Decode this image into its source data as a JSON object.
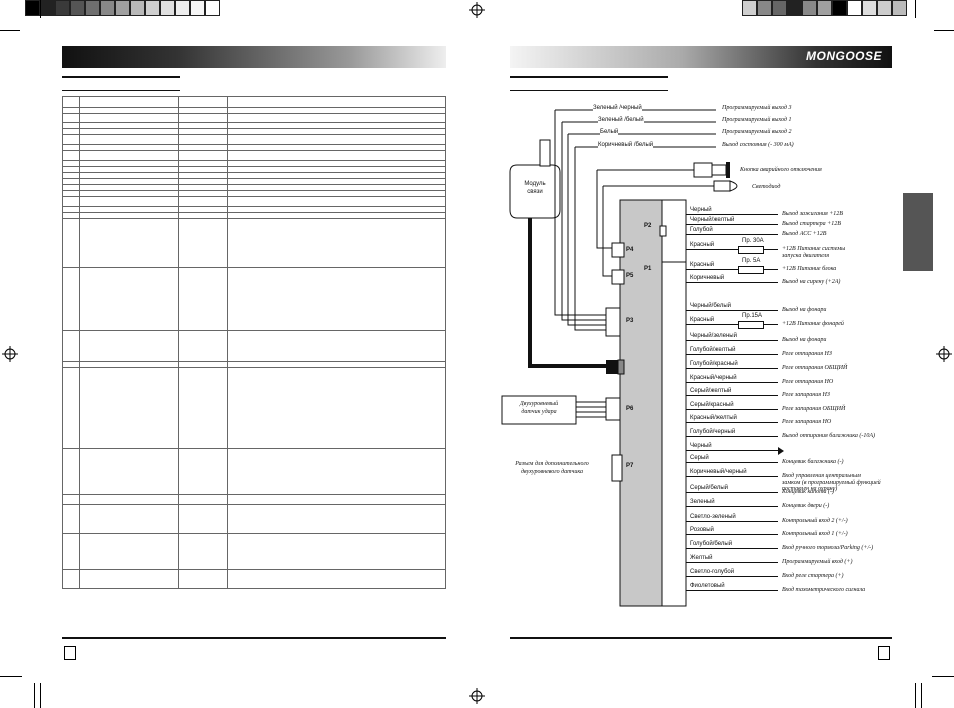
{
  "brand": {
    "logo_text": "MONGOOSE"
  },
  "module": {
    "label_line1": "Модуль",
    "label_line2": "связи"
  },
  "sensor": {
    "label_line1": "Двухуровневый",
    "label_line2": "датчик удара"
  },
  "aux_connector": {
    "label_line1": "Разъем для дополнительного",
    "label_line2": "двухуровневого датчика"
  },
  "connectors": {
    "p1": "P1",
    "p2": "P2",
    "p3": "P3",
    "p4": "P4",
    "p5": "P5",
    "p6": "P6",
    "p7": "P7"
  },
  "top_wires": [
    {
      "wire": "Зеленый /черный",
      "func": "Программируемый выход 3"
    },
    {
      "wire": "Зеленый /белый",
      "func": "Программируемый выход 1"
    },
    {
      "wire": "Белый",
      "func": "Программируемый выход 2"
    },
    {
      "wire": "Коричневый /белый",
      "func": "Выход состояния (- 300 мА)"
    }
  ],
  "accessories": [
    {
      "func": "Кнопка аварийного отключения"
    },
    {
      "func": "Светодиод"
    }
  ],
  "p2_wires": [
    {
      "wire": "Черный",
      "func": "Выход зажигания +12В"
    },
    {
      "wire": "Черный/желтый",
      "func": "Выход стартера +12В"
    },
    {
      "wire": "Голубой",
      "func": "Выход АСС +12В"
    },
    {
      "wire": "Красный",
      "fuse": "Пр. 30А",
      "func": "+12В Питание системы",
      "func2": "запуска двигателя"
    }
  ],
  "p1_wires": [
    {
      "wire": "Красный",
      "fuse": "Пр. 5А",
      "func": "+12В  Питание блока"
    },
    {
      "wire": "Коричневый",
      "func": "Выход  на сирену (+2А)"
    },
    {
      "wire": "Черный/белый",
      "func": "Выход на фонари"
    },
    {
      "wire": "Красный",
      "fuse": "Пр.15А",
      "func": "+12В  Питание фонарей"
    },
    {
      "wire": "Черный/зеленый",
      "func": "Выход на фонари"
    },
    {
      "wire": "Голубой/желтый",
      "func": "Реле отпирания НЗ"
    },
    {
      "wire": "Голубой/красный",
      "func": "Реле отпирания ОБЩИЙ"
    },
    {
      "wire": "Красный/черный",
      "func": "Реле отпирания НО"
    },
    {
      "wire": "Серый/желтый",
      "func": "Реле запирания НЗ"
    },
    {
      "wire": "Серый/красный",
      "func": "Реле запирания ОБЩИЙ"
    },
    {
      "wire": "Красный/желтый",
      "func": "Реле запирания НО"
    },
    {
      "wire": "Голубой/черный",
      "func": "Выход отпирания багажника (-10А)"
    },
    {
      "wire": "Черный",
      "func": ""
    },
    {
      "wire": "Серый",
      "func": "Концевик багажника (-)"
    },
    {
      "wire": "Коричневый/черный",
      "func": "Вход управления центральным",
      "func2": "замком (в программируемый функцией",
      "func3": "поставлен на охрану)"
    },
    {
      "wire": "Серый/белый",
      "func": "Концевик капота (-)"
    },
    {
      "wire": "Зеленый",
      "func": "Концевик двери (-)"
    },
    {
      "wire": "Светло-зеленый",
      "func": "Контрольный вход 2 (+/-)"
    },
    {
      "wire": "Розовый",
      "func": "Контрольный вход 1 (+/-)"
    },
    {
      "wire": "Голубой/белый",
      "func": "Вход ручного тормоза/Parking  (+/-)"
    },
    {
      "wire": "Желтый",
      "func": "Программируемый вход (+)"
    },
    {
      "wire": "Светло-голубой",
      "func": "Вход реле стартера (+)"
    },
    {
      "wire": "Фиолетовый",
      "func": "Вход тахометрического сигнала"
    }
  ],
  "colors": {
    "connector_fill": "#c8c8c8",
    "accent_black": "#111111",
    "tab_gray": "#555555"
  }
}
